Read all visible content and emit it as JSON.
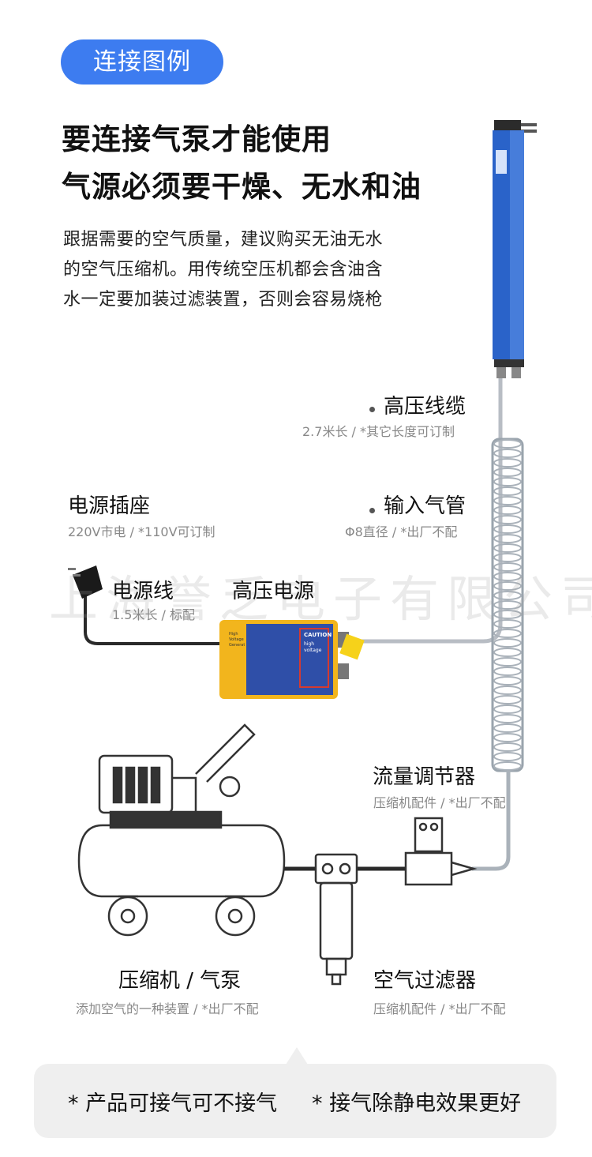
{
  "badge": {
    "label": "连接图例"
  },
  "headline": {
    "line1": "要连接气泵才能使用",
    "line2": "气源必须要干燥、无水和油"
  },
  "description": {
    "line1": "跟据需要的空气质量，建议购买无油无水",
    "line2": "的空气压缩机。用传统空压机都会含油含",
    "line3": "水一定要加装过滤装置，否则会容易烧枪"
  },
  "components": {
    "cable": {
      "title": "高压线缆",
      "detail": "2.7米长 / *其它长度可订制"
    },
    "socket": {
      "title": "电源插座",
      "detail": "220V市电 / *110V可订制"
    },
    "air_pipe": {
      "title": "输入气管",
      "detail": "Φ8直径 / *出厂不配"
    },
    "power_cord": {
      "title": "电源线",
      "detail": "1.5米长 / 标配"
    },
    "hv_supply": {
      "title": "高压电源"
    },
    "regulator": {
      "title": "流量调节器",
      "detail": "压缩机配件 / *出厂不配"
    },
    "compressor": {
      "title": "压缩机 / 气泵",
      "detail": "添加空气的一种装置 / *出厂不配"
    },
    "filter": {
      "title": "空气过滤器",
      "detail": "压缩机配件 / *出厂不配"
    }
  },
  "watermark": "上海誉乏电子有限公司",
  "device_label": {
    "caution": "CAUTION",
    "high_voltage": "high voltage",
    "title": "High Voltage Generator"
  },
  "notes": {
    "left": "* 产品可接气可不接气",
    "right": "* 接气除静电效果更好"
  },
  "colors": {
    "accent": "#3d7cf0",
    "device_blue": "#2f4fa8",
    "device_yellow": "#f2b51d",
    "caution_red": "#d63a2f"
  }
}
